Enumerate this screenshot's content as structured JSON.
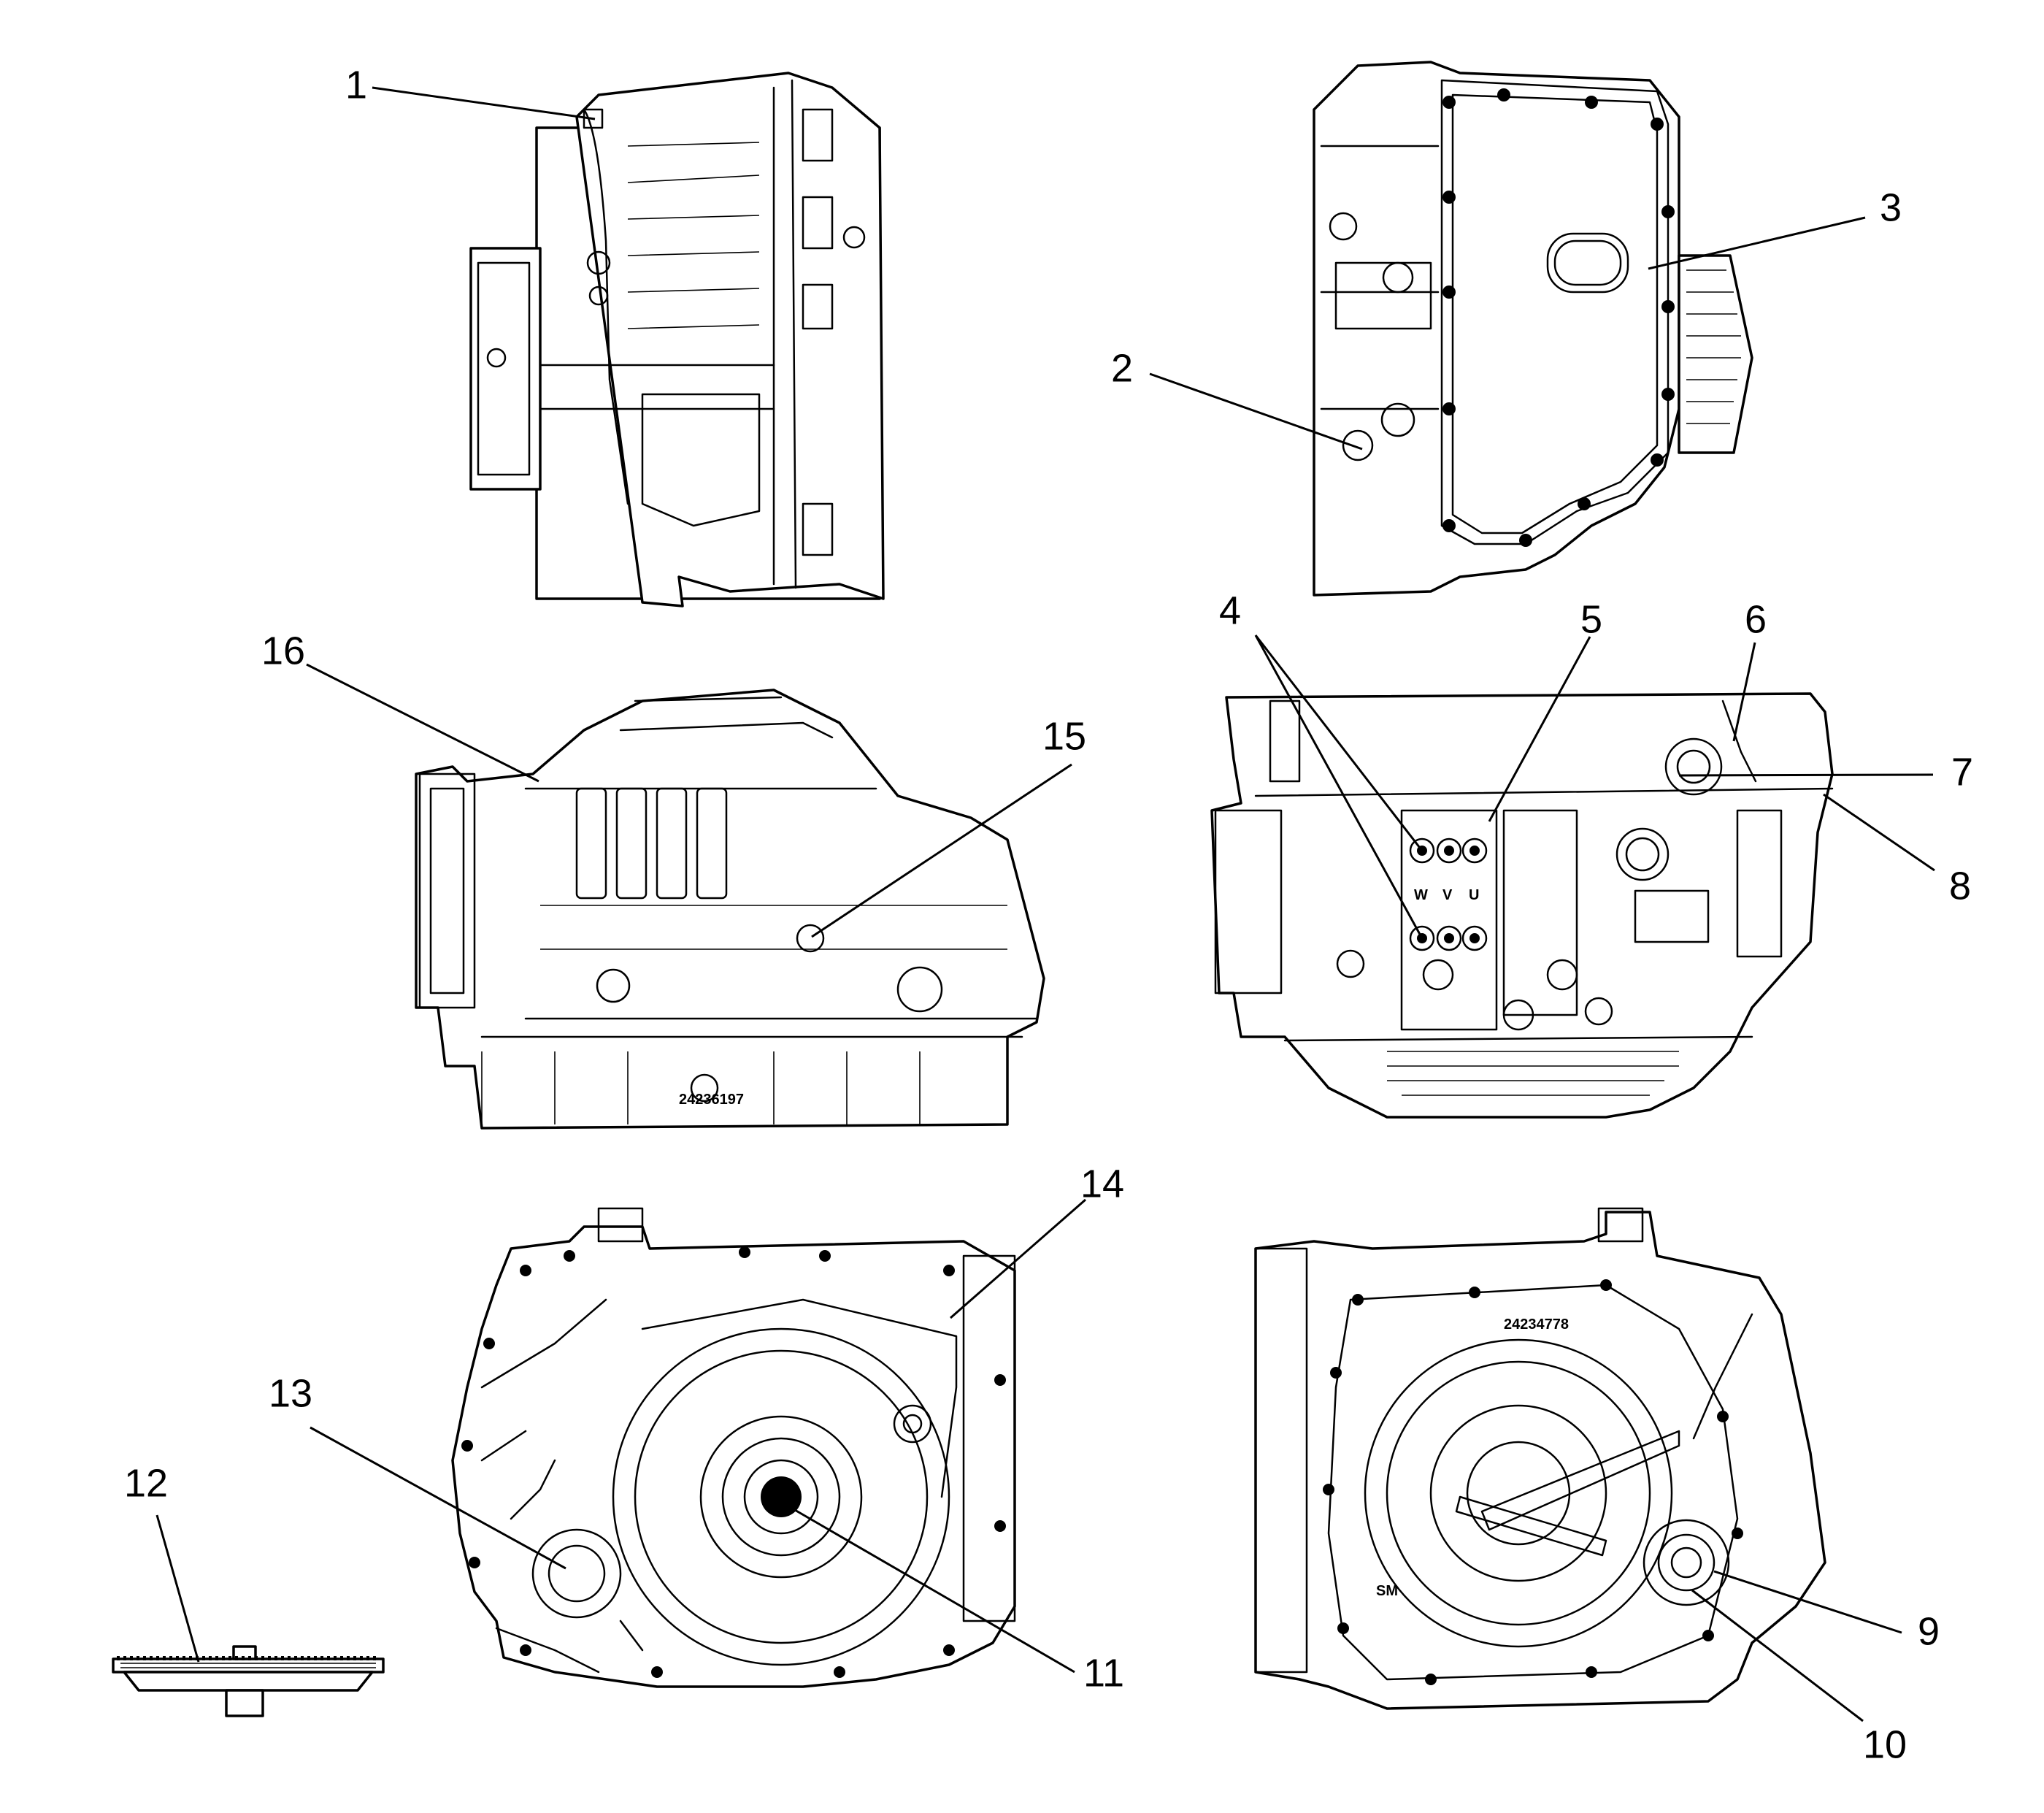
{
  "callouts": [
    {
      "label": "1"
    },
    {
      "label": "2"
    },
    {
      "label": "3"
    },
    {
      "label": "4"
    },
    {
      "label": "5"
    },
    {
      "label": "6"
    },
    {
      "label": "7"
    },
    {
      "label": "8"
    },
    {
      "label": "9"
    },
    {
      "label": "10"
    },
    {
      "label": "11"
    },
    {
      "label": "12"
    },
    {
      "label": "13"
    },
    {
      "label": "14"
    },
    {
      "label": "15"
    },
    {
      "label": "16"
    }
  ],
  "stamps": {
    "case_left": "24236197",
    "case_bottom_right": "24234778",
    "sm_mark": "SM",
    "valve_letters": [
      "W",
      "V",
      "U"
    ]
  }
}
